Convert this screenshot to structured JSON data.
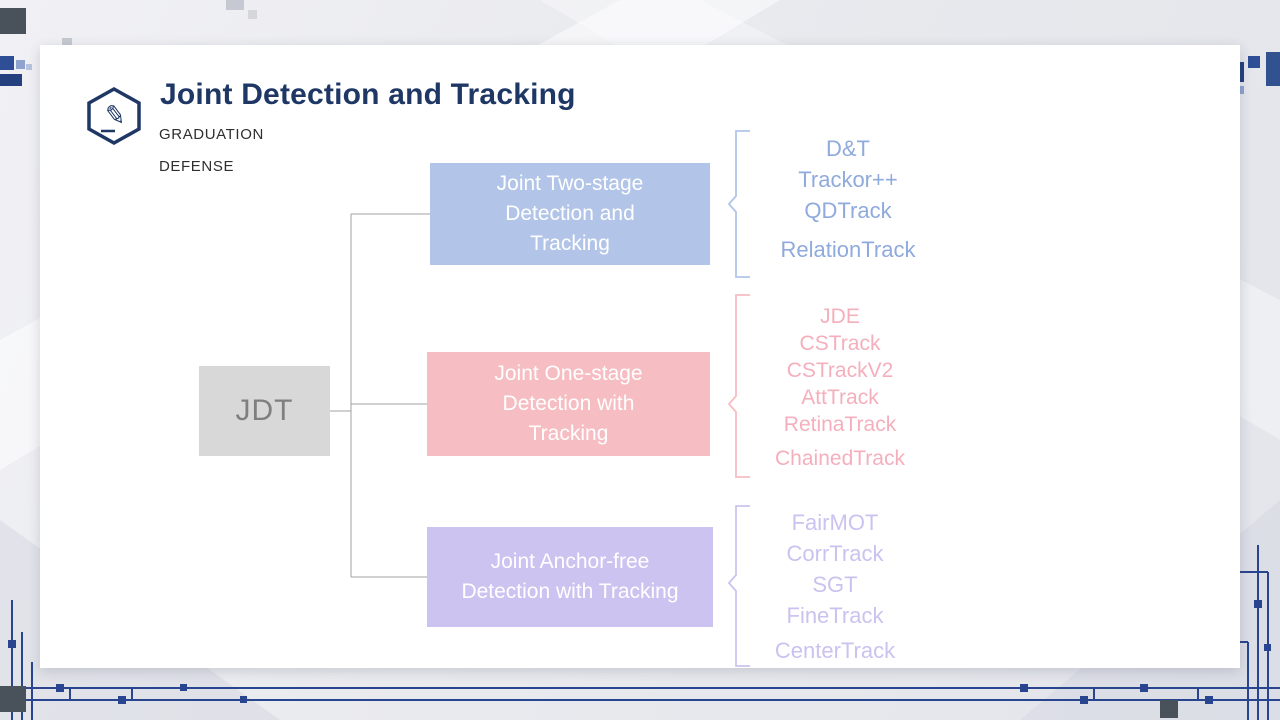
{
  "slide": {
    "title": "Joint Detection and Tracking",
    "subtitle_line1": "GRADUATION",
    "subtitle_line2": "DEFENSE",
    "root_label": "JDT",
    "branches": [
      {
        "label": "Joint Two-stage Detection and Tracking",
        "box_color": "#b2c5e8",
        "list_color": "#8faadc",
        "items": [
          "D&T",
          "Trackor++",
          "QDTrack",
          "RelationTrack"
        ]
      },
      {
        "label": "Joint One-stage Detection with Tracking",
        "box_color": "#f6bdc2",
        "list_color": "#f5afbc",
        "items": [
          "JDE",
          "CSTrack",
          "CSTrackV2",
          "AttTrack",
          "RetinaTrack",
          "ChainedTrack"
        ]
      },
      {
        "label": "Joint Anchor-free Detection with Tracking",
        "box_color": "#cdc3f1",
        "list_color": "#cbc2ef",
        "items": [
          "FairMOT",
          "CorrTrack",
          "SGT",
          "FineTrack",
          "CenterTrack"
        ]
      }
    ],
    "colors": {
      "title": "#1e3765",
      "root_box_fill": "#d8d8d8",
      "root_box_text": "#7f7f7f",
      "connector": "#a0a0a0",
      "circuit_decor": "#2a4590"
    }
  }
}
